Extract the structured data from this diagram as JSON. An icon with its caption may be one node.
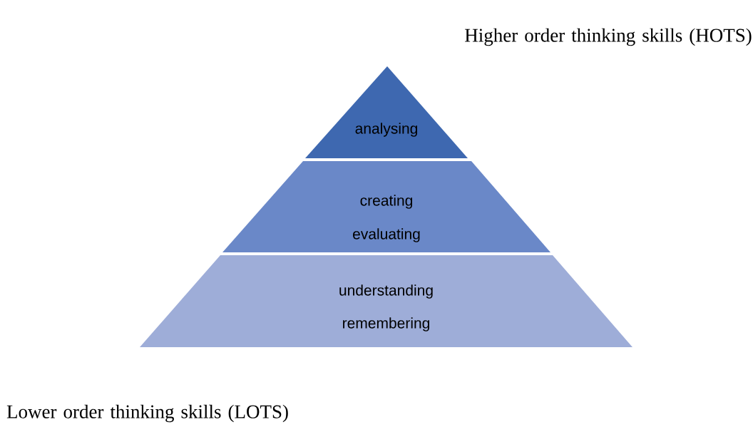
{
  "diagram": {
    "nodes": [
      {
        "text": [
          "analysing"
        ]
      },
      {
        "text": [
          "creating",
          "evaluating"
        ]
      },
      {
        "text": [
          "understanding",
          "remembering"
        ]
      }
    ],
    "labels": [
      "Higher order thinking skills (HOTS)",
      "Lower order thinking skills (LOTS)"
    ]
  }
}
